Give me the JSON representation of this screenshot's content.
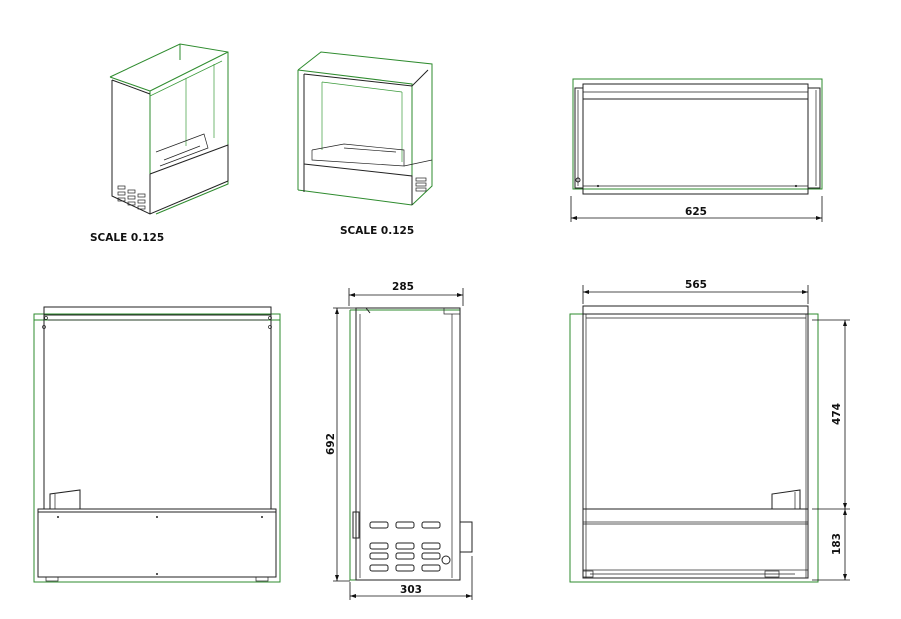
{
  "views": {
    "iso_left_scale": "SCALE  0.125",
    "iso_right_scale": "SCALE  0.125"
  },
  "dimensions": {
    "top_width": "625",
    "side_depth_top": "285",
    "side_height": "692",
    "side_depth_bottom": "303",
    "front_width": "565",
    "front_upper_height": "474",
    "front_lower_height": "183"
  },
  "colors": {
    "line": "#222222",
    "outline_green": "#2e8b2e",
    "background": "#ffffff"
  }
}
